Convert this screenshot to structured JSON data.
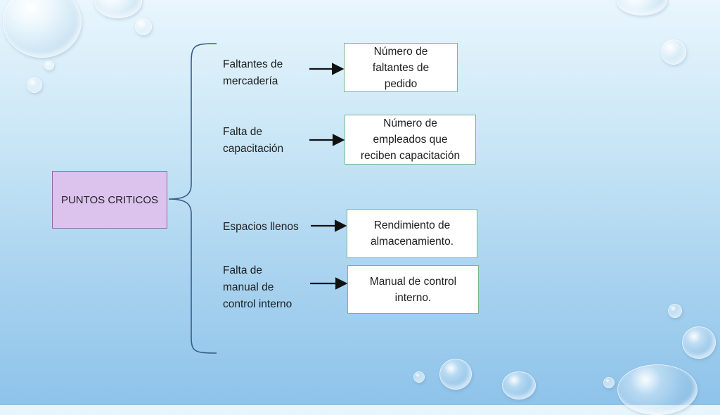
{
  "root": {
    "label": "PUNTOS CRITICOS"
  },
  "items": [
    {
      "cause": "Faltantes de\nmercadería",
      "indicator": "Número de\nfaltantes de\npedido"
    },
    {
      "cause": "Falta de\ncapacitación",
      "indicator": "Número de\nempleados que\nreciben capacitación"
    },
    {
      "cause": "Espacios llenos",
      "indicator": "Rendimiento de\nalmacenamiento."
    },
    {
      "cause": "Falta de\nmanual de\ncontrol interno",
      "indicator": "Manual de control\ninterno."
    }
  ],
  "colors": {
    "root_fill": "#dcc3ee",
    "indicator_border": "#77b98a",
    "connector": "#3b5a8a",
    "arrow": "#111111"
  }
}
